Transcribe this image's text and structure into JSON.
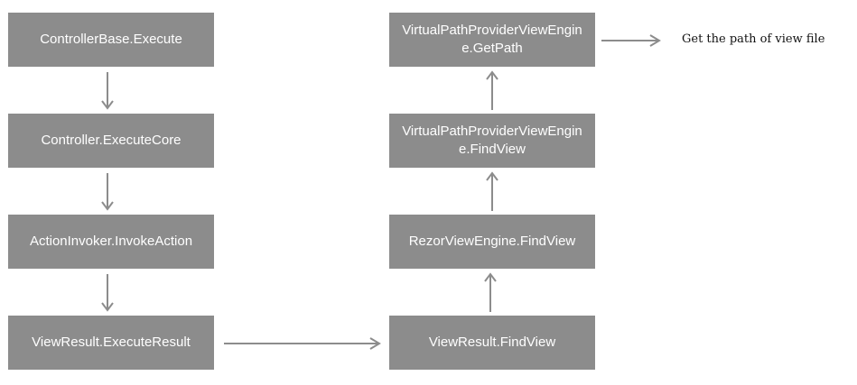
{
  "nodes": {
    "controller_base_execute": "ControllerBase.Execute",
    "controller_execute_core": "Controller.ExecuteCore",
    "action_invoker": "ActionInvoker.InvokeAction",
    "view_result_execute": "ViewResult.ExecuteResult",
    "view_result_find": "ViewResult.FindView",
    "razor_find": "RezorViewEngine.FindView",
    "vpp_find": "VirtualPathProviderViewEngine.FindView",
    "vpp_getpath": "VirtualPathProviderViewEngine.GetPath"
  },
  "note": "Get the path of view file",
  "colors": {
    "node_fill": "#8c8c8c",
    "node_text": "#ffffff",
    "arrow": "#8c8c8c"
  }
}
